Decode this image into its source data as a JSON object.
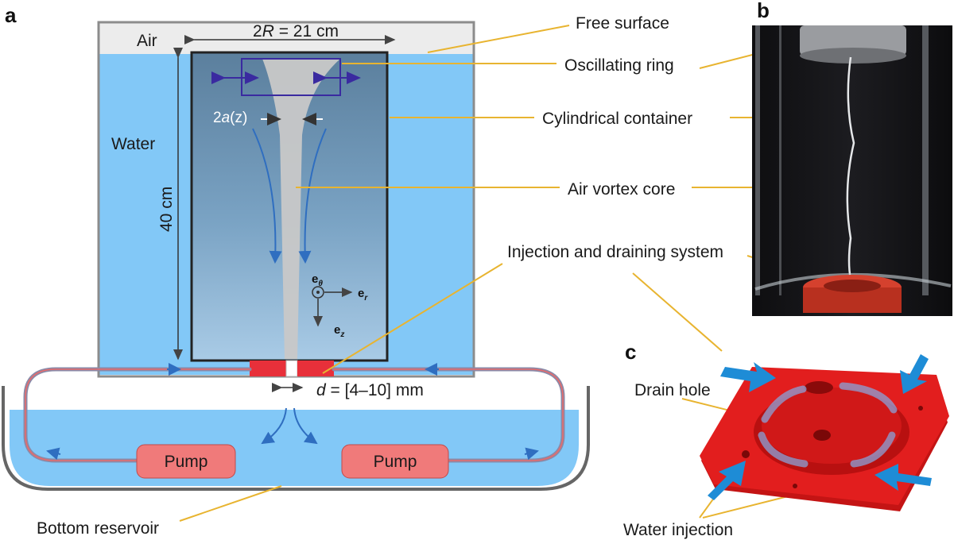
{
  "panels": {
    "a": "a",
    "b": "b",
    "c": "c"
  },
  "labels": {
    "air": "Air",
    "water": "Water",
    "radius": "2R = 21 cm",
    "radius_pre": "2",
    "radius_var": "R",
    "radius_post": " = 21 cm",
    "height": "40 cm",
    "core_width_pre": "2",
    "core_width_var": "a",
    "core_width_post": "(z)",
    "drain": "d = [4–10] mm",
    "drain_var": "d",
    "drain_post": " = [4–10] mm",
    "pump_left": "Pump",
    "pump_right": "Pump",
    "e_theta": "e",
    "e_theta_sub": "θ",
    "e_r": "e",
    "e_r_sub": "r",
    "e_z": "e",
    "e_z_sub": "z"
  },
  "callouts": {
    "free_surface": "Free surface",
    "oscillating_ring": "Oscillating ring",
    "cylindrical_container": "Cylindrical container",
    "air_vortex_core": "Air vortex core",
    "injection_draining": "Injection and draining system",
    "bottom_reservoir": "Bottom reservoir",
    "drain_hole": "Drain hole",
    "water_injection": "Water injection"
  },
  "colors": {
    "water": "#82c8f7",
    "leader": "#e8b430",
    "flow_arrow": "#2f6ec0",
    "ring": "#3a2aa0",
    "drain_red": "#e8303a",
    "pump": "#f07a7a",
    "injection_arrow": "#1e8cd6"
  }
}
